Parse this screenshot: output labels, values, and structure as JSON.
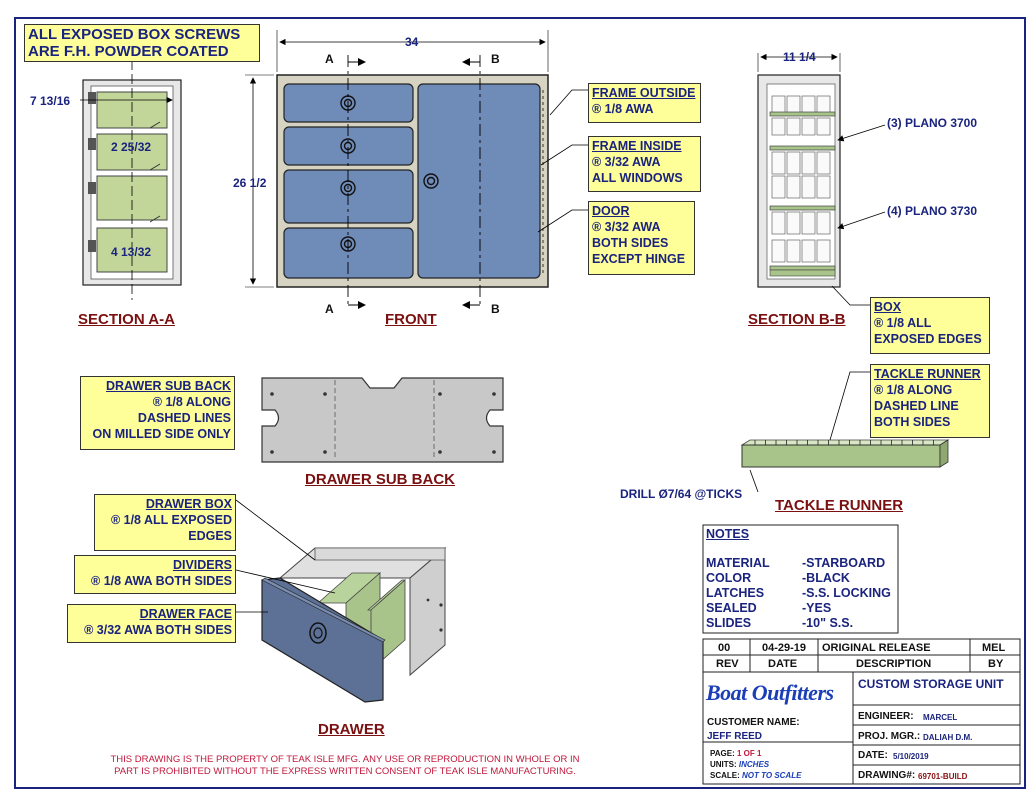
{
  "top_note": [
    "ALL EXPOSED BOX SCREWS",
    "ARE F.H. POWDER COATED"
  ],
  "views": {
    "section_aa": "SECTION A-A",
    "front": "FRONT",
    "section_bb": "SECTION B-B",
    "drawer_sub_back": "DRAWER SUB BACK",
    "tackle_runner": "TACKLE RUNNER",
    "drawer": "DRAWER"
  },
  "dimensions": {
    "width": "34",
    "height": "26 1/2",
    "depth": "11 1/4",
    "aa_top": "7 13/16",
    "aa_mid": "2 25/32",
    "aa_bottom": "4 13/32"
  },
  "section_markers": {
    "a": "A",
    "b": "B"
  },
  "callouts": {
    "frame_outside": [
      "FRAME OUTSIDE",
      "® 1/8 AWA"
    ],
    "frame_inside": [
      "FRAME INSIDE",
      "® 3/32 AWA",
      "ALL WINDOWS"
    ],
    "door": [
      "DOOR",
      "® 3/32 AWA",
      "BOTH SIDES",
      "EXCEPT HINGE"
    ],
    "box": [
      "BOX",
      "® 1/8 ALL",
      "EXPOSED EDGES"
    ],
    "tackle_runner": [
      "TACKLE RUNNER",
      "® 1/8 ALONG",
      "DASHED LINE",
      "BOTH SIDES"
    ],
    "drawer_sub_back": [
      "DRAWER SUB BACK",
      "® 1/8 ALONG",
      "DASHED LINES",
      "ON MILLED SIDE ONLY"
    ],
    "drawer_box": [
      "DRAWER BOX",
      "® 1/8 ALL EXPOSED",
      "EDGES"
    ],
    "dividers": [
      "DIVIDERS",
      "® 1/8 AWA BOTH SIDES"
    ],
    "drawer_face": [
      "DRAWER FACE",
      "® 3/32 AWA BOTH SIDES"
    ],
    "plano_3700": "(3) PLANO 3700",
    "plano_3730": "(4) PLANO 3730",
    "drill": "DRILL Ø7/64 @TICKS"
  },
  "notes": {
    "heading": "NOTES",
    "rows": [
      {
        "k": "MATERIAL",
        "v": "-STARBOARD"
      },
      {
        "k": "COLOR",
        "v": "-BLACK"
      },
      {
        "k": "LATCHES",
        "v": "-S.S. LOCKING"
      },
      {
        "k": "SEALED",
        "v": "-YES"
      },
      {
        "k": "SLIDES",
        "v": "-10\" S.S."
      }
    ]
  },
  "revision": {
    "rev": "00",
    "date": "04-29-19",
    "description": "ORIGINAL RELEASE",
    "by": "MEL",
    "headers": {
      "rev": "REV",
      "date": "DATE",
      "description": "DESCRIPTION",
      "by": "BY"
    }
  },
  "title_block": {
    "logo": "Boat Outfitters",
    "title": "CUSTOM STORAGE UNIT",
    "customer_label": "CUSTOMER NAME:",
    "customer": "JEFF REED",
    "engineer_label": "ENGINEER:",
    "engineer": "MARCEL",
    "pm_label": "PROJ. MGR.:",
    "pm": "DALIAH D.M.",
    "page_label": "PAGE:",
    "page": "1 OF 1",
    "units_label": "UNITS:",
    "units": "INCHES",
    "scale_label": "SCALE:",
    "scale": "NOT TO SCALE",
    "date_label": "DATE:",
    "date": "5/10/2019",
    "drawing_label": "DRAWING#:",
    "drawing": "69701-BUILD"
  },
  "disclaimer": [
    "THIS DRAWING IS THE PROPERTY OF TEAK ISLE MFG.  ANY USE OR REPRODUCTION IN WHOLE OR IN",
    "PART IS PROHIBITED WITHOUT THE EXPRESS WRITTEN CONSENT OF TEAK ISLE MANUFACTURING."
  ],
  "colors": {
    "note_fill": "#ffff99",
    "note_text": "#1a237e",
    "title": "#7a1010",
    "frame": "#d6d3c2",
    "drawer_face": "#6f8bb7",
    "divider": "#a8c48a",
    "disclaimer": "#c0183c"
  }
}
